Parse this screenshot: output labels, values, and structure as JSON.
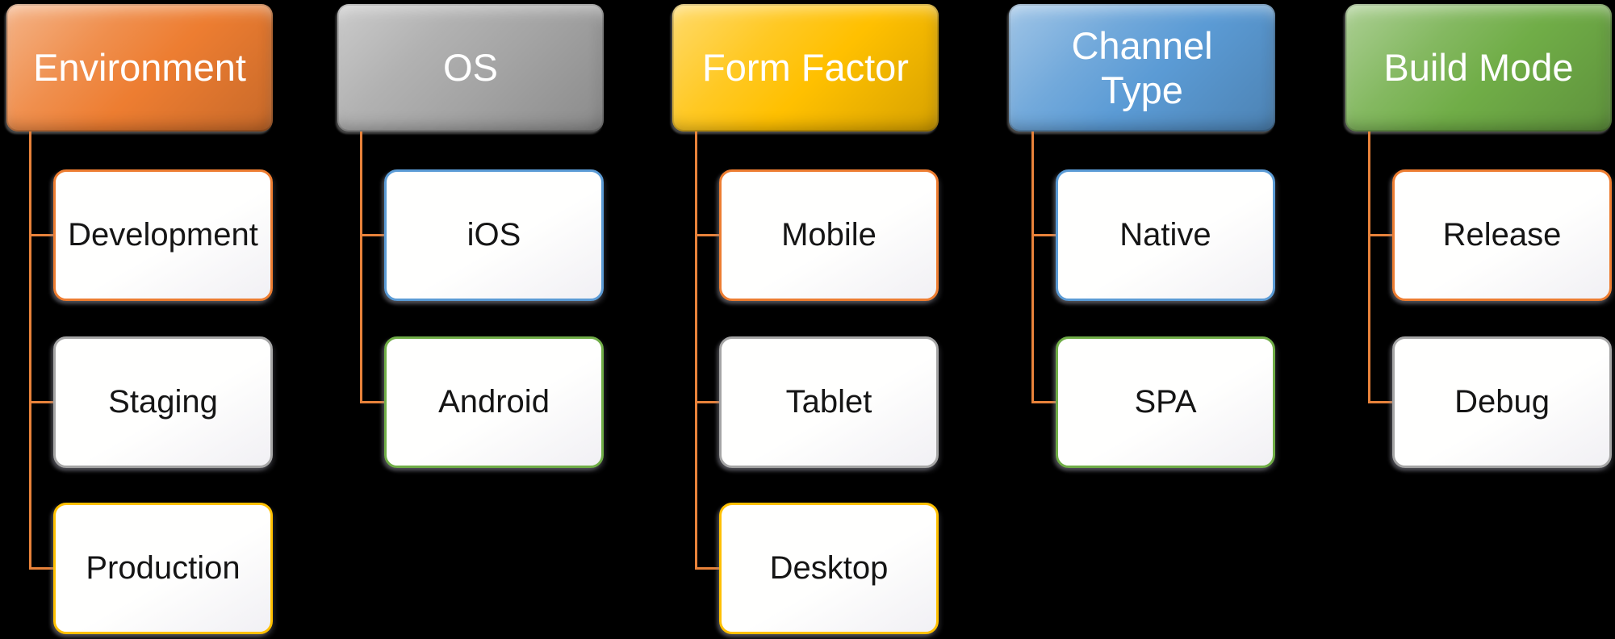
{
  "background_color": "#000000",
  "connector_color": "#E8823A",
  "palette": {
    "orange": "#ED7D31",
    "gray": "#A5A5A5",
    "gold": "#FFC000",
    "blue": "#5B9BD5",
    "green": "#70AD47"
  },
  "columns": [
    {
      "header": {
        "label": "Environment",
        "color": "#ED7D31"
      },
      "children": [
        {
          "label": "Development",
          "border_color": "#ED7D31"
        },
        {
          "label": "Staging",
          "border_color": "#A5A5A5"
        },
        {
          "label": "Production",
          "border_color": "#FFC000"
        }
      ]
    },
    {
      "header": {
        "label": "OS",
        "color": "#A5A5A5"
      },
      "children": [
        {
          "label": "iOS",
          "border_color": "#5B9BD5"
        },
        {
          "label": "Android",
          "border_color": "#70AD47"
        }
      ]
    },
    {
      "header": {
        "label": "Form Factor",
        "color": "#FFC000"
      },
      "children": [
        {
          "label": "Mobile",
          "border_color": "#ED7D31"
        },
        {
          "label": "Tablet",
          "border_color": "#A5A5A5"
        },
        {
          "label": "Desktop",
          "border_color": "#FFC000"
        }
      ]
    },
    {
      "header": {
        "label": "Channel Type",
        "color": "#5B9BD5"
      },
      "children": [
        {
          "label": "Native",
          "border_color": "#5B9BD5"
        },
        {
          "label": "SPA",
          "border_color": "#70AD47"
        }
      ]
    },
    {
      "header": {
        "label": "Build Mode",
        "color": "#70AD47"
      },
      "children": [
        {
          "label": "Release",
          "border_color": "#ED7D31"
        },
        {
          "label": "Debug",
          "border_color": "#A5A5A5"
        }
      ]
    }
  ]
}
